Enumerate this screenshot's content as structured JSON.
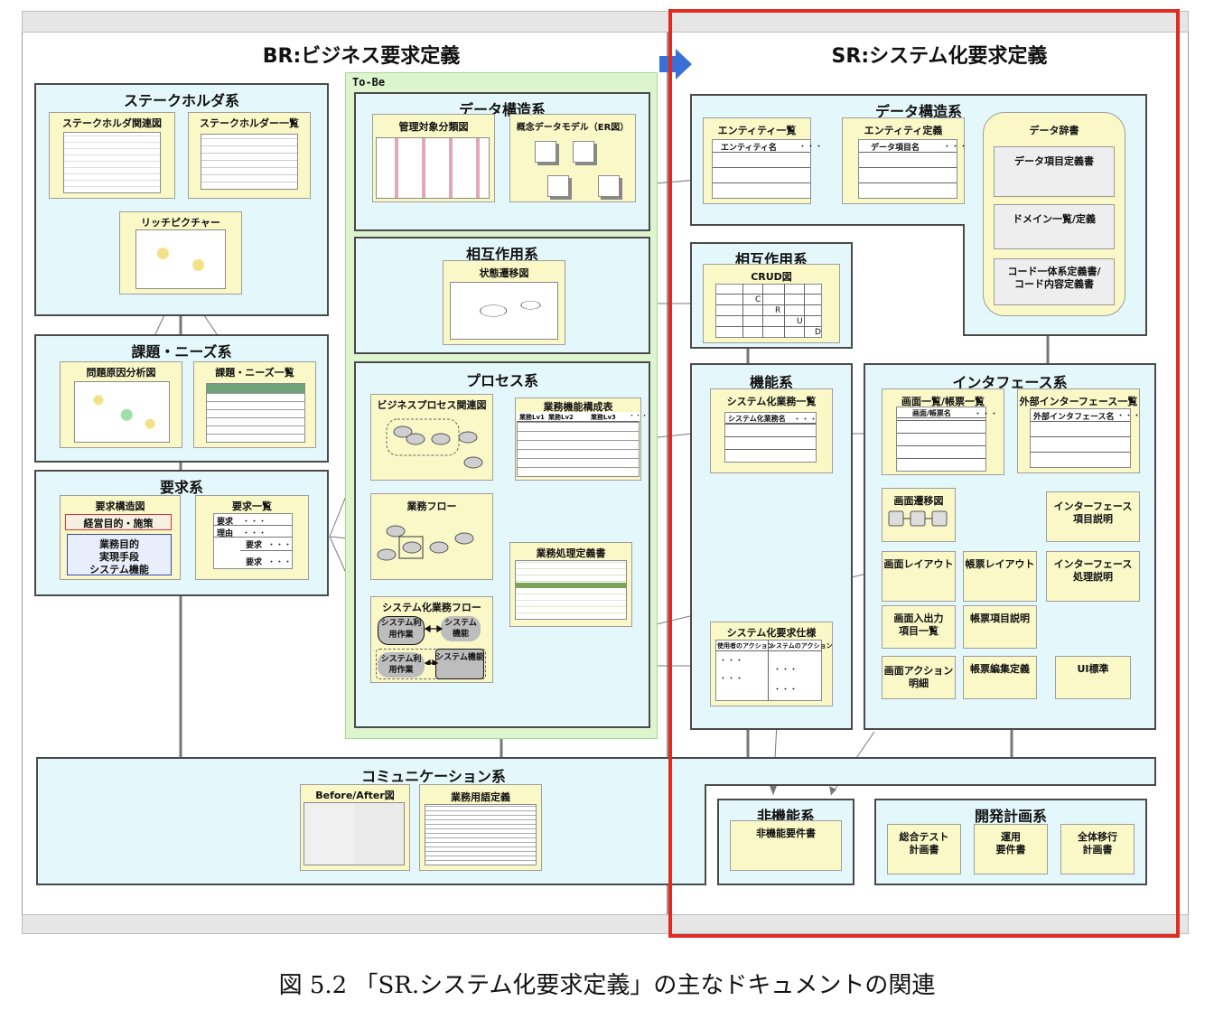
{
  "br_title": "BR:ビジネス要求定義",
  "sr_title": "SR:システム化要求定義",
  "tobe_label": "To-Be",
  "stakeholder": {
    "title": "ステークホルダ系",
    "relation_map": "ステークホルダ関連図",
    "list": "ステークホルダー一覧",
    "rich_picture": "リッチピクチャー"
  },
  "issue": {
    "title": "課題・ニーズ系",
    "cause_map": "問題原因分析図",
    "list": "課題・ニーズ一覧"
  },
  "requirement": {
    "title": "要求系",
    "structure_map": "要求構造図",
    "goal": "経営目的・施策",
    "biz_goal": "業務目的",
    "means": "実現手段",
    "sys_func": "システム機能",
    "list": "要求一覧",
    "row_req": "要求",
    "row_reason": "理由",
    "dots": "・・・"
  },
  "data_br": {
    "title": "データ構造系",
    "classification": "管理対象分類図",
    "conceptual": "概念データモデル（ER図）"
  },
  "interaction_br": {
    "title": "相互作用系",
    "state": "状態遷移図"
  },
  "process": {
    "title": "プロセス系",
    "bp_relation": "ビジネスプロセス関連図",
    "func_table": "業務機能構成表",
    "lv1": "業務Lv1",
    "lv2": "業務Lv2",
    "lv3": "業務Lv3",
    "flow": "業務フロー",
    "proc_def": "業務処理定義書",
    "sys_flow": "システム化業務フロー",
    "sys_use": "システム利用作業",
    "sys_func": "システム機能"
  },
  "communication": {
    "title": "コミュニケーション系",
    "before_after": "Before/After図",
    "glossary": "業務用語定義"
  },
  "data_sr": {
    "title": "データ構造系",
    "entity_list": "エンティティ一覧",
    "entity_name": "エンティティ名",
    "entity_def": "エンティティ定義",
    "item_name": "データ項目名",
    "dictionary": "データ辞書",
    "item_def": "データ項目定義書",
    "domain": "ドメイン一覧/定義",
    "code_def_1": "コード一体系定義書/",
    "code_def_2": "コード内容定義書"
  },
  "interaction_sr": {
    "title": "相互作用系",
    "crud": "CRUD図",
    "c": "C",
    "r": "R",
    "u": "U",
    "d": "D"
  },
  "function": {
    "title": "機能系",
    "biz_list": "システム化業務一覧",
    "biz_name": "システム化業務名",
    "spec": "システム化要求仕様",
    "user_action": "使用者のアクション",
    "sys_action": "システムのアクション"
  },
  "interface": {
    "title": "インタフェース系",
    "screen_list": "画面一覧/帳票一覧",
    "screen_name": "画面/帳票名",
    "ext_list": "外部インターフェース一覧",
    "ext_name": "外部インタフェース名",
    "transition": "画面遷移図",
    "if_item_1": "インターフェース",
    "if_item_2": "項目説明",
    "screen_layout": "画面レイアウト",
    "form_layout": "帳票レイアウト",
    "if_proc_1": "インターフェース",
    "if_proc_2": "処理説明",
    "io_list_1": "画面入出力",
    "io_list_2": "項目一覧",
    "form_item": "帳票項目説明",
    "action_1": "画面アクション",
    "action_2": "明細",
    "form_edit": "帳票編集定義",
    "ui_std": "UI標準"
  },
  "nonfunctional": {
    "title": "非機能系",
    "doc": "非機能要件書"
  },
  "devplan": {
    "title": "開発計画系",
    "test_1": "総合テスト",
    "test_2": "計画書",
    "ops_1": "運用",
    "ops_2": "要件書",
    "migr_1": "全体移行",
    "migr_2": "計画書"
  },
  "caption": "図 5.2 「SR.システム化要求定義」の主なドキュメントの関連",
  "colors": {
    "cyan": "#e4f7fb",
    "green": "#ddf5cf",
    "yellow": "#fbf8c8",
    "red_frame": "#e02b20",
    "arrow_blue": "#3a6fd6"
  }
}
